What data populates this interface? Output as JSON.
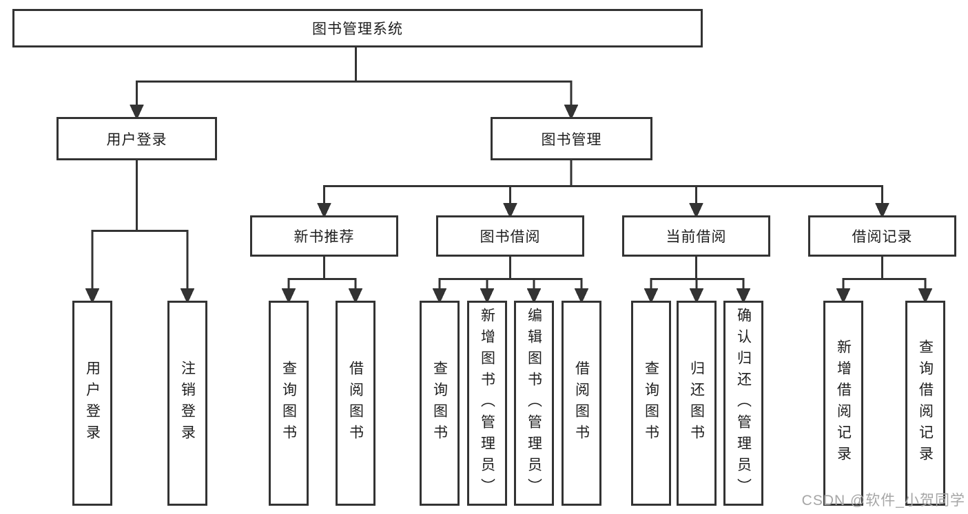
{
  "diagram": {
    "root": "图书管理系统",
    "branches": [
      {
        "label": "用户登录",
        "children": [
          "用户登录",
          "注销登录"
        ]
      },
      {
        "label": "图书管理",
        "groups": [
          {
            "label": "新书推荐",
            "children": [
              "查询图书",
              "借阅图书"
            ]
          },
          {
            "label": "图书借阅",
            "children": [
              "查询图书",
              "新增图书（管理员）",
              "编辑图书（管理员）",
              "借阅图书"
            ]
          },
          {
            "label": "当前借阅",
            "children": [
              "查询图书",
              "归还图书",
              "确认归还（管理员）"
            ]
          },
          {
            "label": "借阅记录",
            "children": [
              "新增借阅记录",
              "查询借阅记录"
            ]
          }
        ]
      }
    ]
  },
  "watermark": "CSDN @软件_小贺同学",
  "colors": {
    "line": "#333333",
    "text": "#1e1e1e",
    "node_background": "#ffffff",
    "watermark": "#a6a6a6",
    "background": "#ffffff"
  }
}
